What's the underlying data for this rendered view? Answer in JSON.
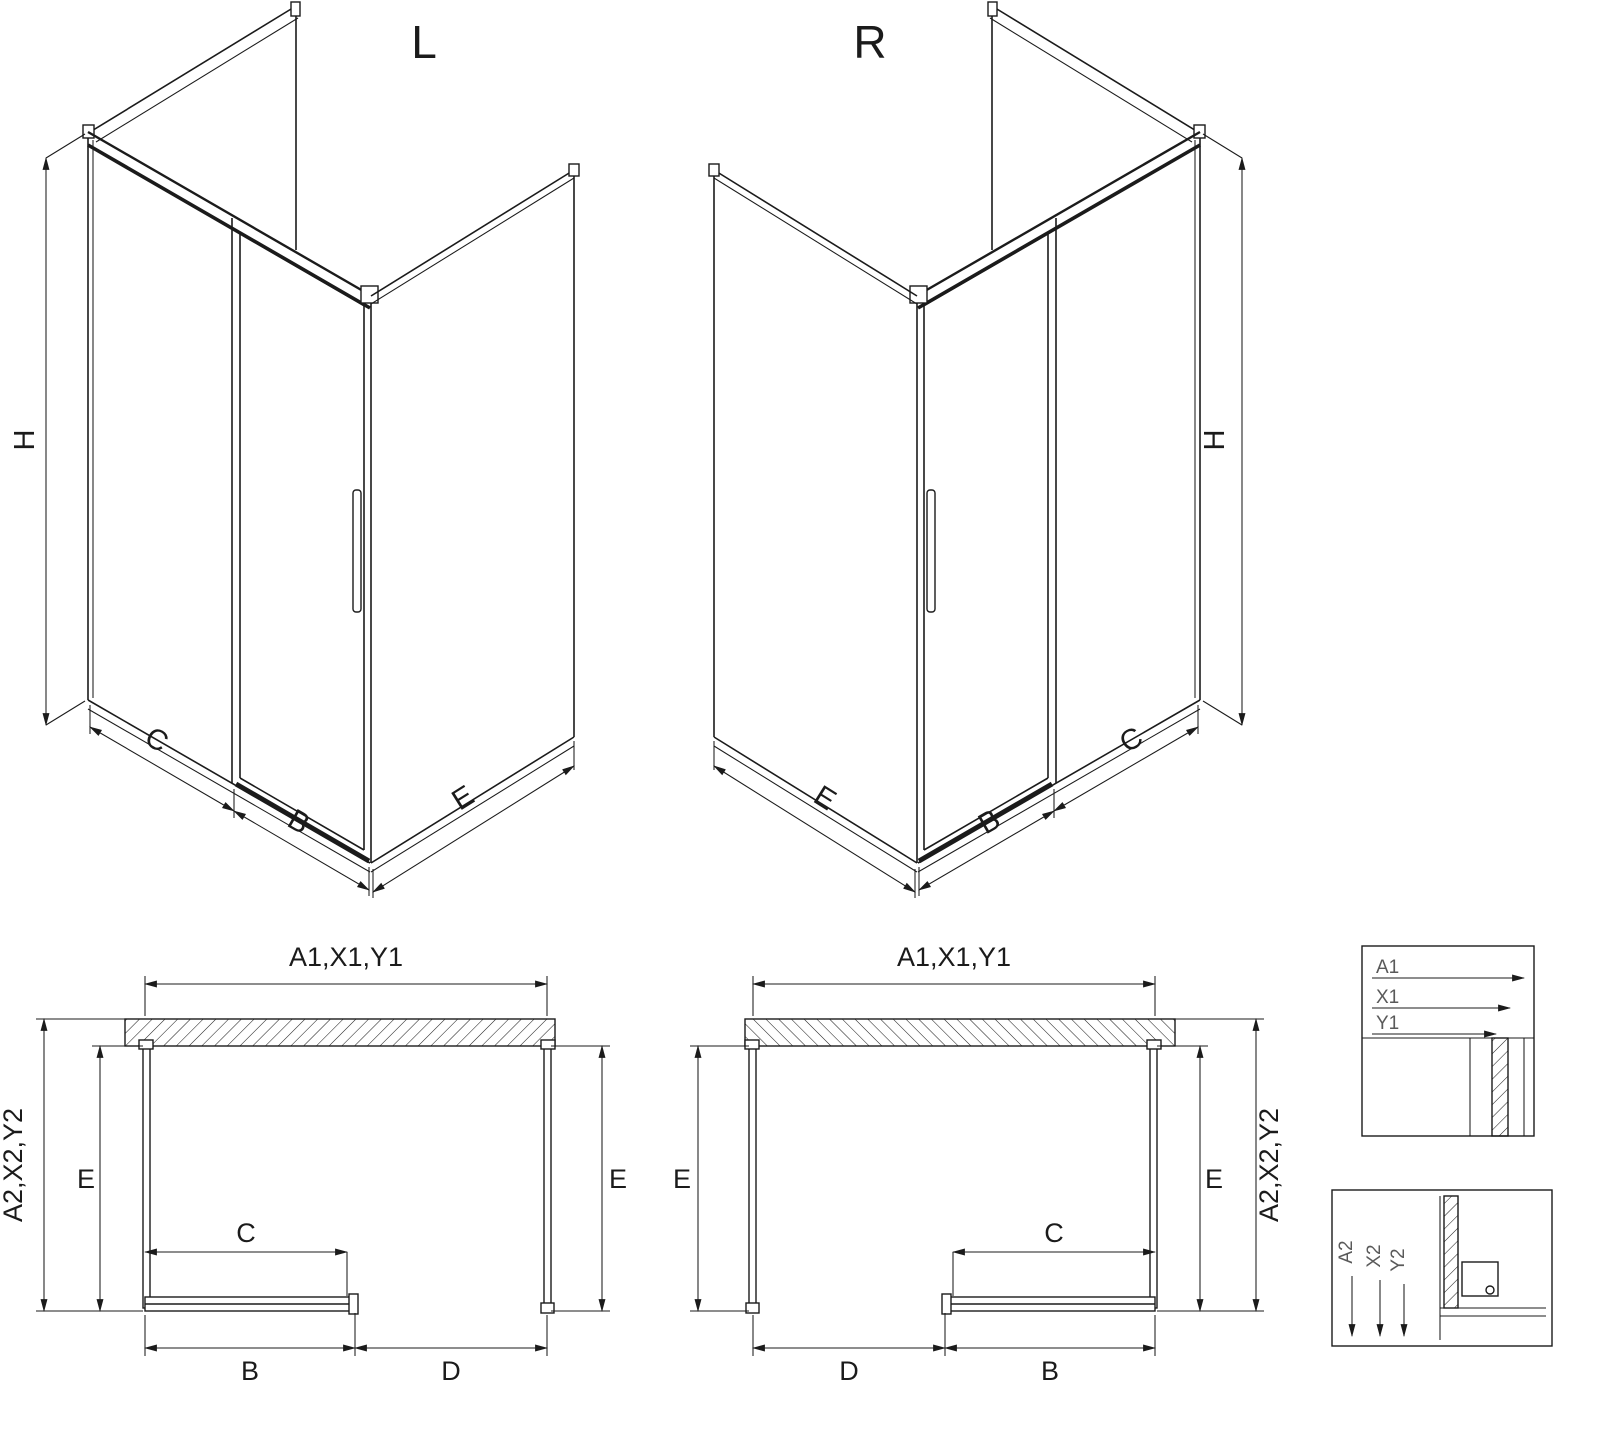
{
  "colors": {
    "line": "#1b1b1b",
    "background": "#ffffff",
    "detail_label": "#5a5a5a"
  },
  "iso_left": {
    "title": "L",
    "h": "H",
    "c": "C",
    "b": "B",
    "e": "E"
  },
  "iso_right": {
    "title": "R",
    "h": "H",
    "c": "C",
    "b": "B",
    "e": "E"
  },
  "plan_left": {
    "top": "A1,X1,Y1",
    "side": "A2,X2,Y2",
    "e_left": "E",
    "e_right": "E",
    "c": "C",
    "b": "B",
    "d": "D"
  },
  "plan_right": {
    "top": "A1,X1,Y1",
    "side": "A2,X2,Y2",
    "e_left": "E",
    "e_right": "E",
    "c": "C",
    "b": "B",
    "d": "D"
  },
  "detail_top": {
    "a1": "A1",
    "x1": "X1",
    "y1": "Y1"
  },
  "detail_bottom": {
    "a2": "A2",
    "x2": "X2",
    "y2": "Y2"
  }
}
